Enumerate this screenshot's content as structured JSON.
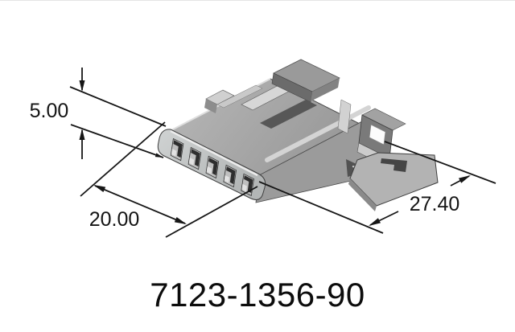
{
  "figure": {
    "part_number": "7123-1356-90",
    "dimensions": {
      "height": "5.00",
      "width": "20.00",
      "depth": "27.40"
    },
    "connector": {
      "cavity_count": 5
    },
    "colors": {
      "line": "#161616",
      "background": "#ffffff",
      "body_light": "#cdd0d0",
      "body_mid": "#a6a6a6",
      "body_dark": "#575757",
      "slot_white": "#fcfcfc"
    }
  }
}
